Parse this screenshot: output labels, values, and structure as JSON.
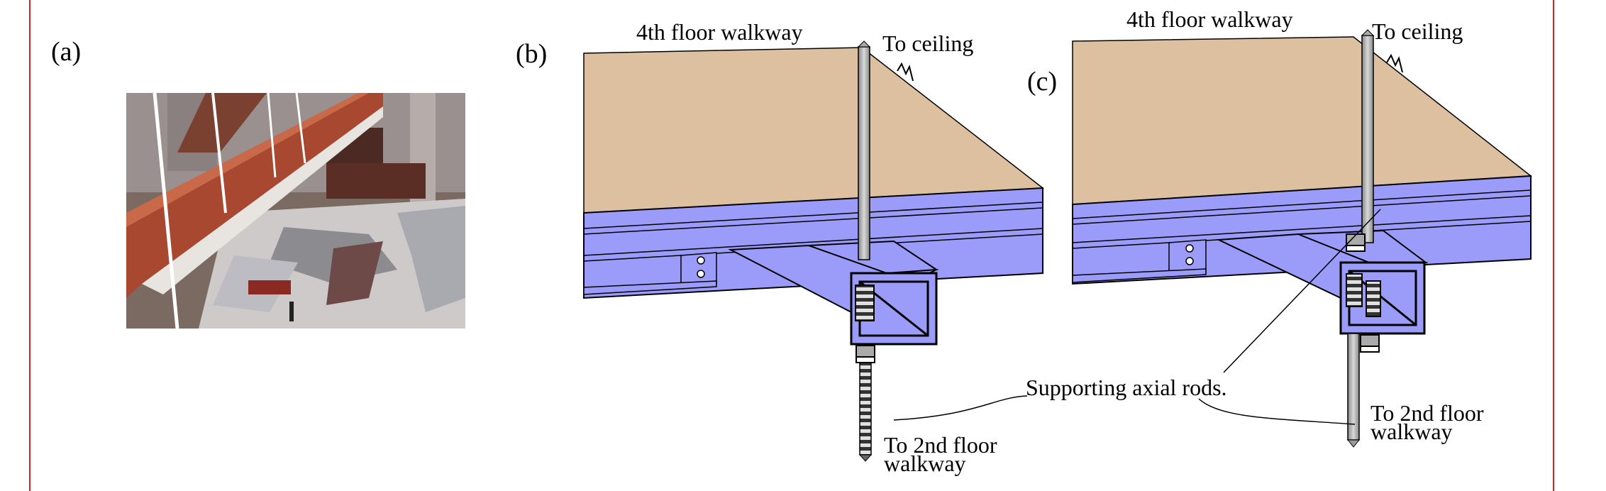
{
  "panels": {
    "a": {
      "label": "(a)"
    },
    "b": {
      "label": "(b)",
      "walkway_label": "4th floor walkway",
      "ceiling_label": "To ceiling",
      "lower_label_line1": "To 2nd floor",
      "lower_label_line2": "walkway"
    },
    "c": {
      "label": "(c)",
      "walkway_label": "4th floor walkway",
      "ceiling_label": "To ceiling",
      "lower_label_line1": "To 2nd floor",
      "lower_label_line2": "walkway"
    }
  },
  "callout": {
    "text": "Supporting axial rods."
  },
  "colors": {
    "frame": "#d62020",
    "deck": "#dcc0a0",
    "beam": "#9b9bfa",
    "rod": "#b0b0b0"
  }
}
